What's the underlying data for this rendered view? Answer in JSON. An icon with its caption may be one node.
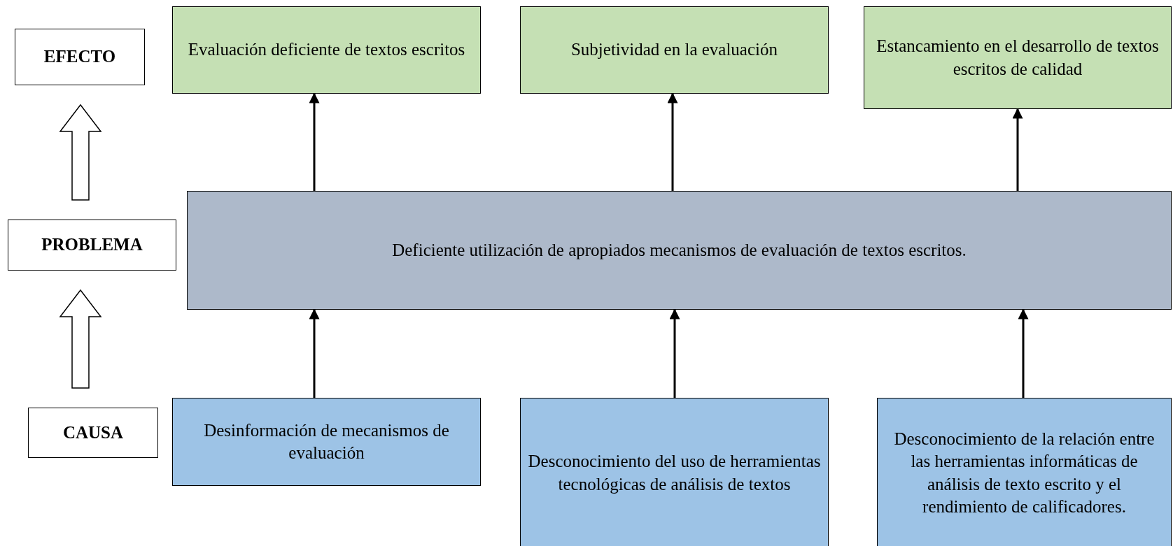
{
  "diagram": {
    "nodes": [
      {
        "text": [
          "EFECTO"
        ]
      },
      {
        "text": [
          "Evaluación deficiente de textos escritos"
        ]
      },
      {
        "text": [
          "Subjetividad en la evaluación"
        ]
      },
      {
        "text": [
          "Estancamiento en el desarrollo de textos escritos de calidad"
        ]
      },
      {
        "text": [
          "PROBLEMA"
        ]
      },
      {
        "text": [
          "Deficiente utilización de apropiados mecanismos de evaluación de textos escritos."
        ]
      },
      {
        "text": [
          "CAUSA"
        ]
      },
      {
        "text": [
          "Desinformación de mecanismos de evaluación"
        ]
      },
      {
        "text": [
          "Desconocimiento del uso de herramientas tecnológicas de análisis de textos"
        ]
      },
      {
        "text": [
          "Desconocimiento de la relación entre las herramientas informáticas de análisis de texto escrito y el rendimiento de calificadores."
        ]
      }
    ],
    "edges": [
      {
        "from": 5,
        "to": 1,
        "arrow": "to"
      },
      {
        "from": 5,
        "to": 2,
        "arrow": "to"
      },
      {
        "from": 5,
        "to": 3,
        "arrow": "to"
      },
      {
        "from": 7,
        "to": 5,
        "arrow": "to"
      },
      {
        "from": 8,
        "to": 5,
        "arrow": "to"
      },
      {
        "from": 9,
        "to": 5,
        "arrow": "to"
      },
      {
        "from": 4,
        "to": 0,
        "arrow": "to",
        "style": "thick"
      },
      {
        "from": 6,
        "to": 4,
        "arrow": "to",
        "style": "thick"
      }
    ]
  }
}
